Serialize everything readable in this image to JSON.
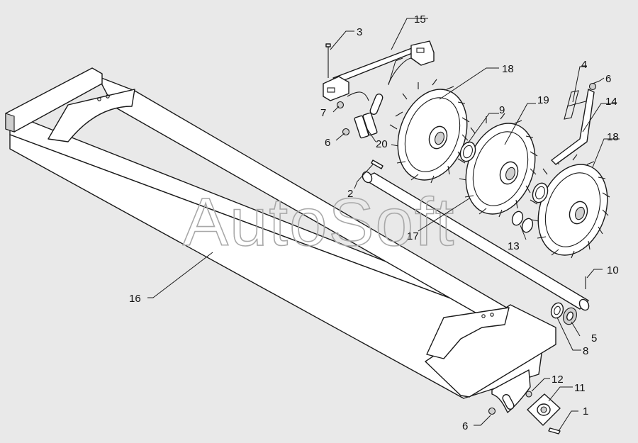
{
  "watermark": "AutoSoft",
  "callouts": {
    "c1": "1",
    "c2": "2",
    "c3": "3",
    "c4": "4",
    "c5": "5",
    "c6a": "6",
    "c6b": "6",
    "c6c": "6",
    "c7": "7",
    "c8": "8",
    "c9": "9",
    "c10": "10",
    "c11": "11",
    "c12": "12",
    "c13": "13",
    "c14": "14",
    "c15": "15",
    "c16": "16",
    "c17": "17",
    "c18a": "18",
    "c18b": "18",
    "c19": "19",
    "c20": "20"
  },
  "colors": {
    "background": "#e9e9e9",
    "line": "#1a1a1a",
    "watermark": "#a8a8a8"
  }
}
